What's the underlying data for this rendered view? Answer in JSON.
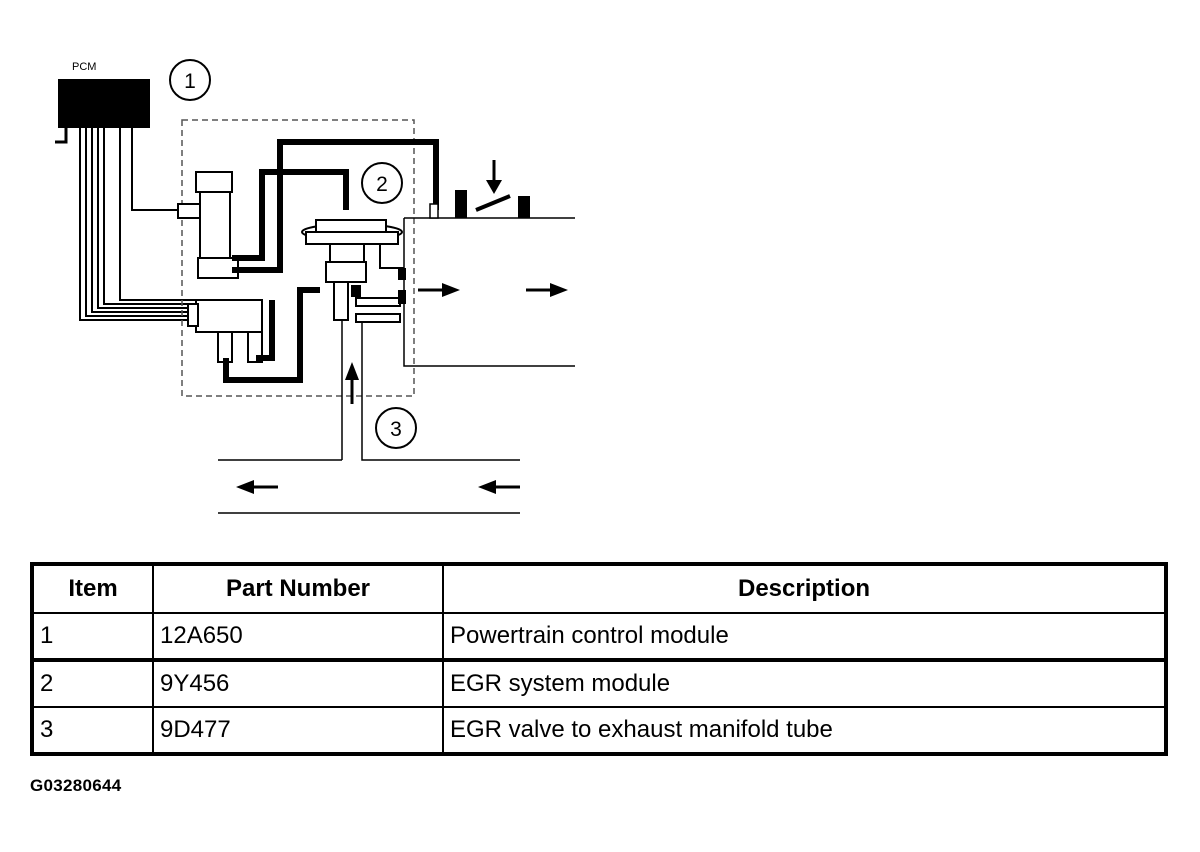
{
  "diagram": {
    "pcm_label": "PCM",
    "callouts": [
      "1",
      "2",
      "3"
    ]
  },
  "table": {
    "headers": [
      "Item",
      "Part Number",
      "Description"
    ],
    "rows": [
      [
        "1",
        "12A650",
        "Powertrain control module"
      ],
      [
        "2",
        "9Y456",
        "EGR system module"
      ],
      [
        "3",
        "9D477",
        "EGR valve to exhaust manifold tube"
      ]
    ]
  },
  "figure_code": "G03280644"
}
